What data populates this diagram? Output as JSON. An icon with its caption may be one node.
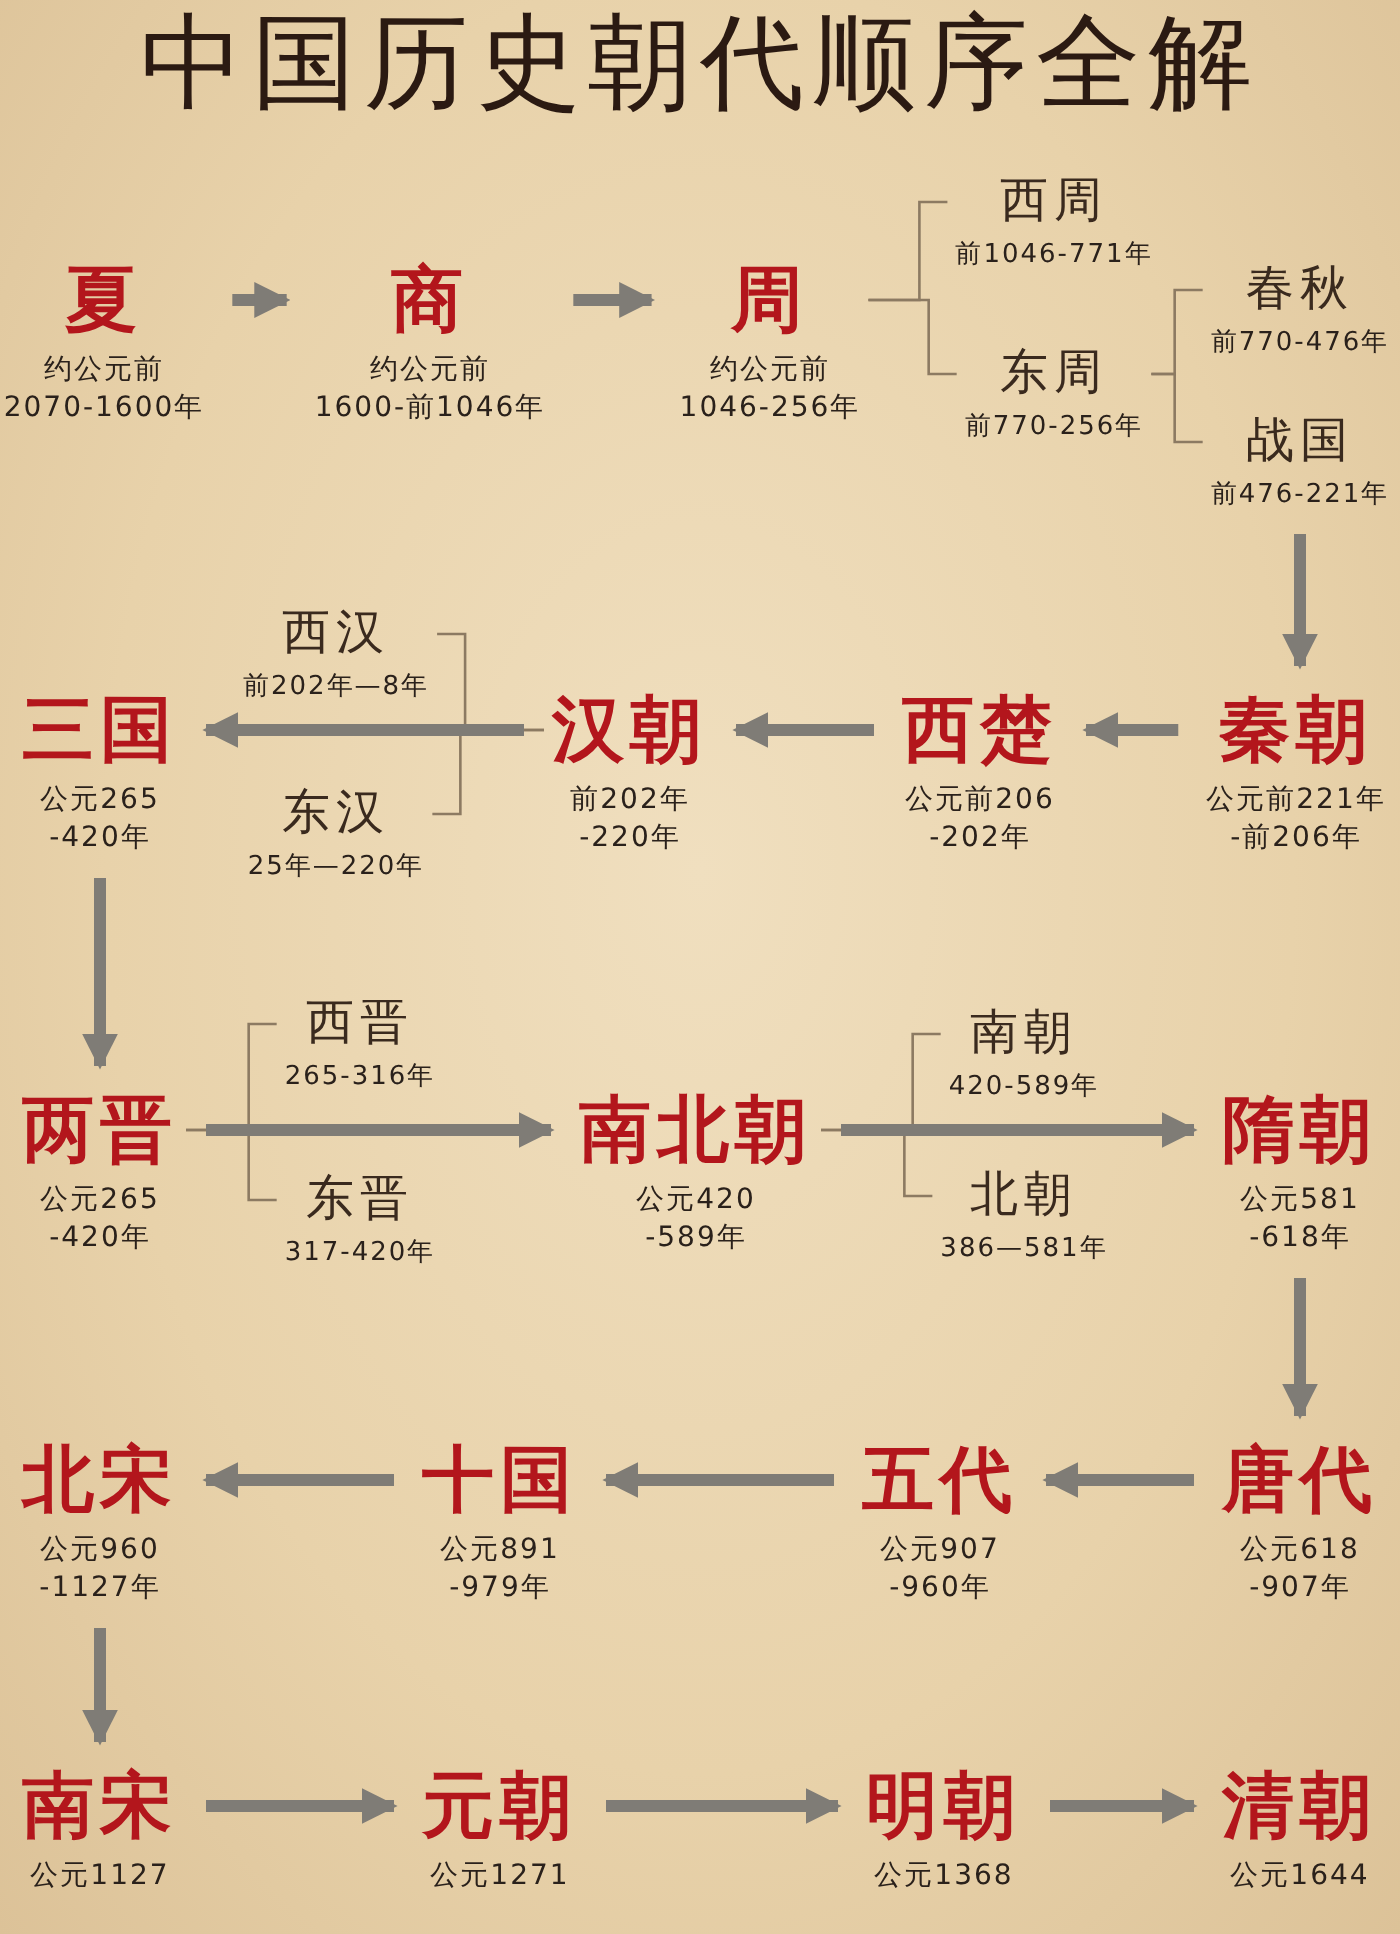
{
  "diagram": {
    "title": "中国历史朝代顺序全解",
    "nodes": [
      {
        "text": [
          "夏",
          "约公元前 2070-1600年"
        ]
      },
      {
        "text": [
          "商",
          "约公元前 1600-前1046年"
        ]
      },
      {
        "text": [
          "周",
          "约公元前 1046-256年"
        ]
      },
      {
        "text": [
          "西周",
          "前1046-771年"
        ]
      },
      {
        "text": [
          "东周",
          "前770-256年"
        ]
      },
      {
        "text": [
          "春秋",
          "前770-476年"
        ]
      },
      {
        "text": [
          "战国",
          "前476-221年"
        ]
      },
      {
        "text": [
          "西汉",
          "前202年—8年"
        ]
      },
      {
        "text": [
          "东汉",
          "25年—220年"
        ]
      },
      {
        "text": [
          "三国",
          "公元265 -420年"
        ]
      },
      {
        "text": [
          "汉朝",
          "前202年 -220年"
        ]
      },
      {
        "text": [
          "西楚",
          "公元前206 -202年"
        ]
      },
      {
        "text": [
          "秦朝",
          "公元前221年 -前206年"
        ]
      },
      {
        "text": [
          "西晋",
          "265-316年"
        ]
      },
      {
        "text": [
          "东晋",
          "317-420年"
        ]
      },
      {
        "text": [
          "两晋",
          "公元265 -420年"
        ]
      },
      {
        "text": [
          "南北朝",
          "公元420 -589年"
        ]
      },
      {
        "text": [
          "南朝",
          "420-589年"
        ]
      },
      {
        "text": [
          "北朝",
          "386—581年"
        ]
      },
      {
        "text": [
          "隋朝",
          "公元581 -618年"
        ]
      },
      {
        "text": [
          "北宋",
          "公元960 -1127年"
        ]
      },
      {
        "text": [
          "十国",
          "公元891 -979年"
        ]
      },
      {
        "text": [
          "五代",
          "公元907 -960年"
        ]
      },
      {
        "text": [
          "唐代",
          "公元618 -907年"
        ]
      },
      {
        "text": [
          "南宋",
          "公元1127"
        ]
      },
      {
        "text": [
          "元朝",
          "公元1271"
        ]
      },
      {
        "text": [
          "明朝",
          "公元1368"
        ]
      },
      {
        "text": [
          "清朝",
          "公元1644"
        ]
      }
    ],
    "edges": [
      {
        "from": 0,
        "to": 1,
        "arrow": "to"
      },
      {
        "from": 1,
        "to": 2,
        "arrow": "to"
      },
      {
        "from": 2,
        "to": 3,
        "arrow": "none"
      },
      {
        "from": 2,
        "to": 4,
        "arrow": "none"
      },
      {
        "from": 4,
        "to": 5,
        "arrow": "none"
      },
      {
        "from": 4,
        "to": 6,
        "arrow": "none"
      },
      {
        "from": 6,
        "to": 12,
        "arrow": "to"
      },
      {
        "from": 12,
        "to": 11,
        "arrow": "to"
      },
      {
        "from": 11,
        "to": 10,
        "arrow": "to"
      },
      {
        "from": 10,
        "to": 7,
        "arrow": "none"
      },
      {
        "from": 10,
        "to": 8,
        "arrow": "none"
      },
      {
        "from": 10,
        "to": 9,
        "arrow": "to"
      },
      {
        "from": 9,
        "to": 15,
        "arrow": "to"
      },
      {
        "from": 15,
        "to": 13,
        "arrow": "none"
      },
      {
        "from": 15,
        "to": 14,
        "arrow": "none"
      },
      {
        "from": 15,
        "to": 16,
        "arrow": "to"
      },
      {
        "from": 16,
        "to": 17,
        "arrow": "none"
      },
      {
        "from": 16,
        "to": 18,
        "arrow": "none"
      },
      {
        "from": 16,
        "to": 19,
        "arrow": "to"
      },
      {
        "from": 19,
        "to": 23,
        "arrow": "to"
      },
      {
        "from": 23,
        "to": 22,
        "arrow": "to"
      },
      {
        "from": 22,
        "to": 21,
        "arrow": "to"
      },
      {
        "from": 21,
        "to": 20,
        "arrow": "to"
      },
      {
        "from": 20,
        "to": 24,
        "arrow": "to"
      },
      {
        "from": 24,
        "to": 25,
        "arrow": "to"
      },
      {
        "from": 25,
        "to": 26,
        "arrow": "to"
      },
      {
        "from": 26,
        "to": 27,
        "arrow": "to"
      }
    ]
  }
}
